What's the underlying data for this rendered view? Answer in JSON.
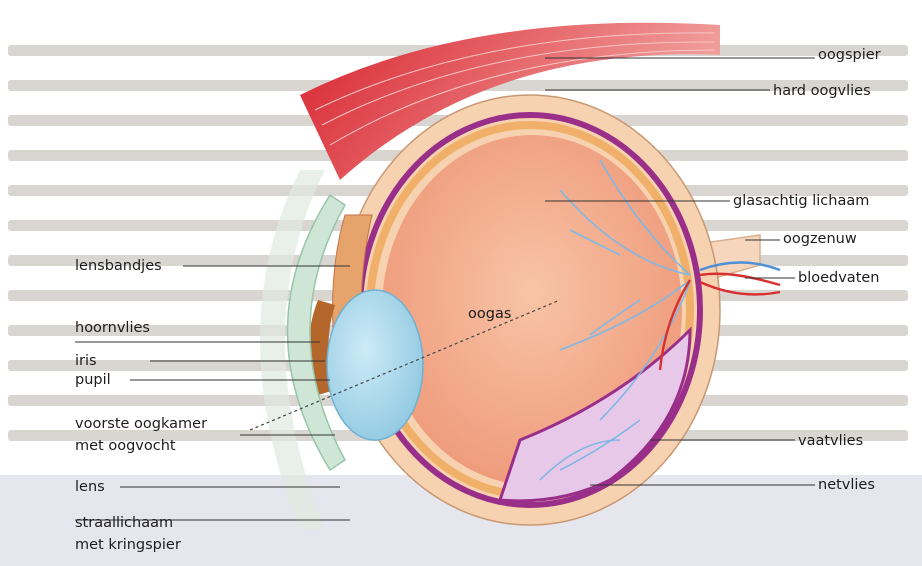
{
  "labels_left": {
    "lensbandjes": "lensbandjes",
    "hoornvlies": "hoornvlies",
    "iris": "iris",
    "pupil": "pupil",
    "voorste_oogkamer_1": "voorste oogkamer",
    "voorste_oogkamer_2": "met oogvocht",
    "lens": "lens",
    "straallichaam_1": "straallichaam",
    "straallichaam_2": "met kringspier"
  },
  "labels_right": {
    "oogspier": "oogspier",
    "hard_oogvlies": "hard oogvlies",
    "glasachtig_lichaam": "glasachtig lichaam",
    "oogzenuw": "oogzenuw",
    "bloedvaten": "bloedvaten",
    "vaatvlies": "vaatvlies",
    "netvlies": "netvlies"
  },
  "labels_center": {
    "oogas": "oogas"
  },
  "colors": {
    "sclera": "#f6d2b0",
    "vitreous": "#f4a98c",
    "choroid": "#9a2f8a",
    "retina": "#f0b06a",
    "lens": "#a9d8ec",
    "cornea": "#cfe6d6",
    "muscle": "#e0404a",
    "vessel": "#7fb8e6"
  }
}
